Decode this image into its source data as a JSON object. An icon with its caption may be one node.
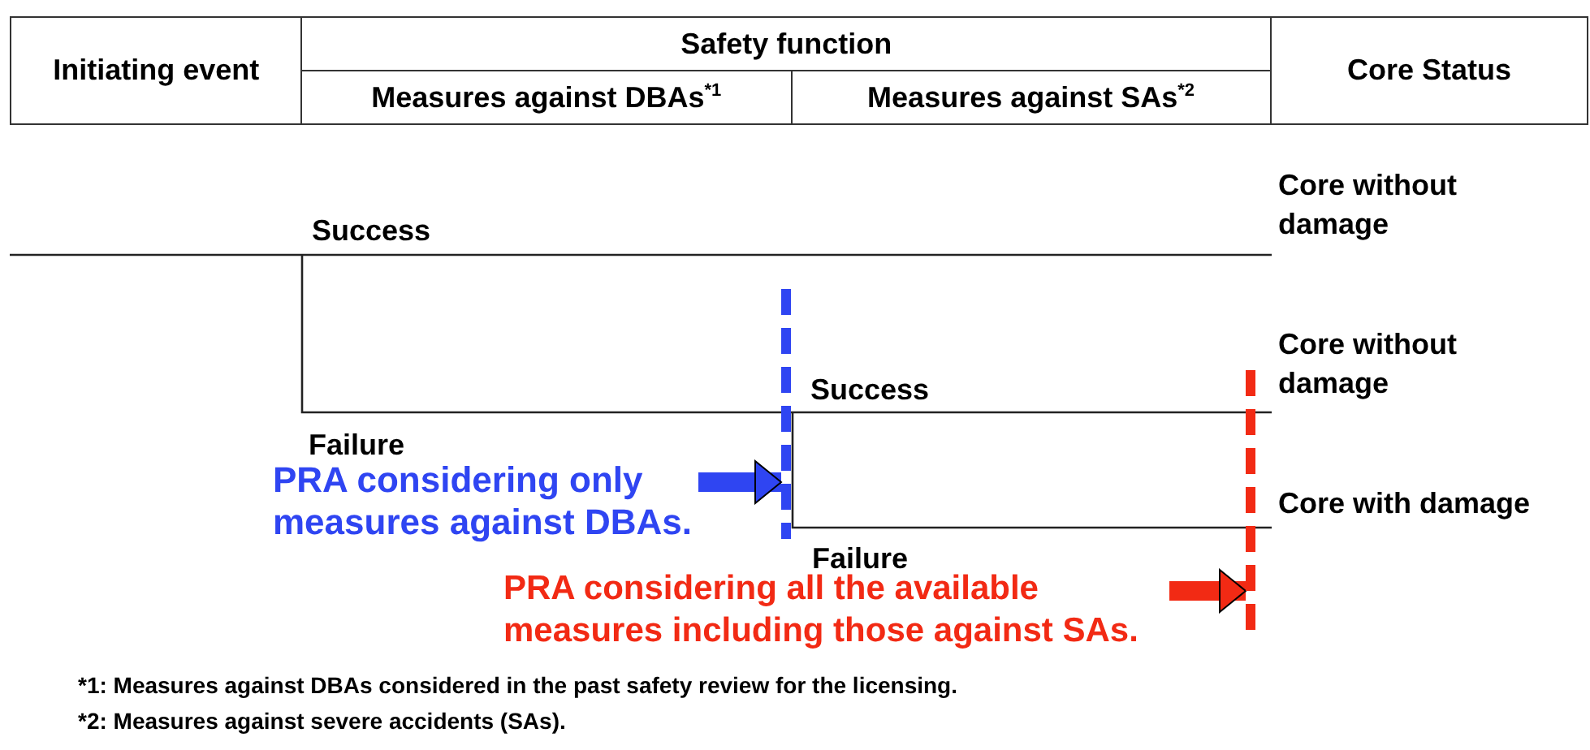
{
  "diagram": {
    "nodes": [
      {
        "text": [
          "PRA considering only measures against DBAs."
        ]
      },
      {
        "text": [],
        "shape": "line"
      },
      {
        "text": [
          "PRA considering all the available measures including those against SAs."
        ]
      },
      {
        "text": [],
        "shape": "line"
      }
    ],
    "edges": [
      {
        "from": 0,
        "to": 1,
        "arrow": "to",
        "color": "#2f45f2"
      },
      {
        "from": 2,
        "to": 3,
        "arrow": "to",
        "color": "#f22a14"
      }
    ],
    "labels": [
      "Initiating event",
      "Safety function",
      "Core Status",
      "Measures against DBAs$^{*1}$",
      "Measures against SAs$^{*2}$",
      "Core without damage",
      "Success",
      "Core without damage",
      "Success",
      "Failure",
      "Core with damage",
      "Failure",
      "*1: Measures against DBAs considered in the past safety review for the licensing.",
      "*2: Measures against severe accidents (SAs)."
    ]
  }
}
